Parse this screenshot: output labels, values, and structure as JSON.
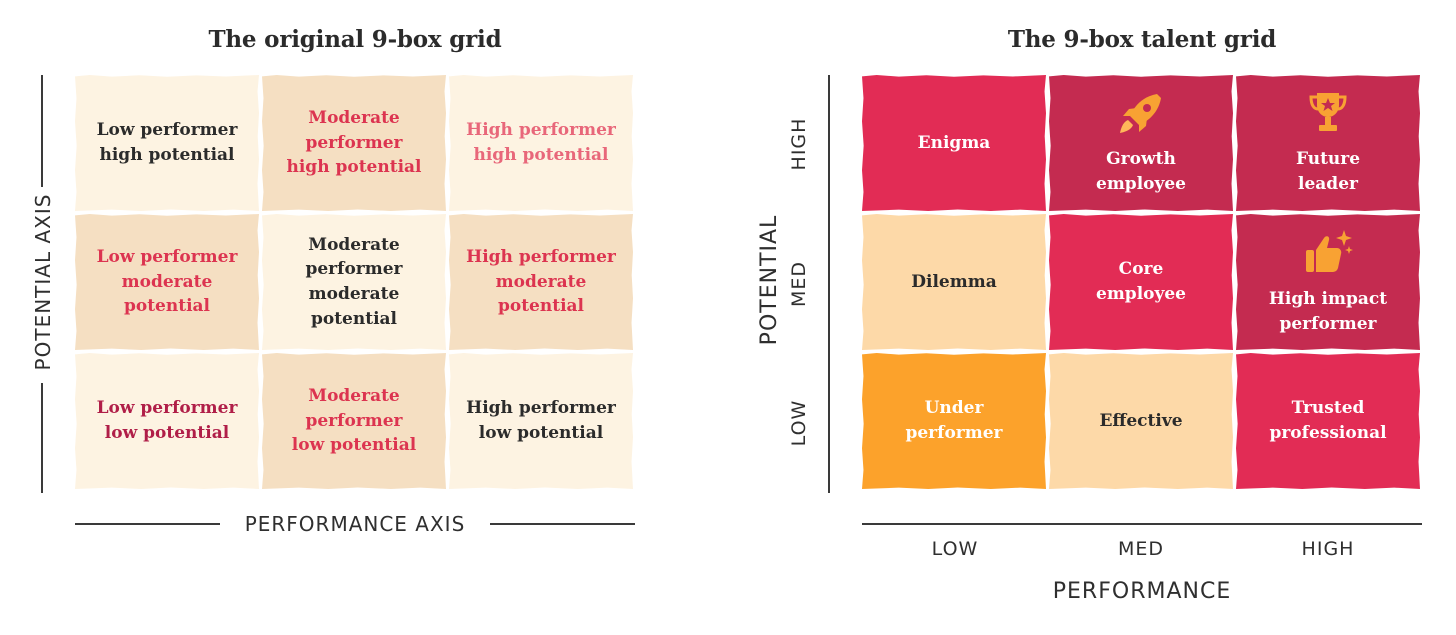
{
  "left": {
    "title": "The original 9-box grid",
    "y_axis_label": "POTENTIAL AXIS",
    "x_axis_label": "PERFORMANCE AXIS",
    "cells": [
      {
        "lines": [
          "Low performer",
          "high potential"
        ],
        "bg": "#fdf3e2",
        "color": "#2b2b2b"
      },
      {
        "lines": [
          "Moderate",
          "performer",
          "high potential"
        ],
        "bg": "#f5dfc2",
        "color": "#dc3450"
      },
      {
        "lines": [
          "High performer",
          "high potential"
        ],
        "bg": "#fdf3e2",
        "color": "#e8677a"
      },
      {
        "lines": [
          "Low performer",
          "moderate",
          "potential"
        ],
        "bg": "#f5dfc2",
        "color": "#dc3450"
      },
      {
        "lines": [
          "Moderate",
          "performer",
          "moderate",
          "potential"
        ],
        "bg": "#fdf3e2",
        "color": "#2b2b2b"
      },
      {
        "lines": [
          "High performer",
          "moderate",
          "potential"
        ],
        "bg": "#f5dfc2",
        "color": "#dc3450"
      },
      {
        "lines": [
          "Low performer",
          "low potential"
        ],
        "bg": "#fdf3e2",
        "color": "#b01e48"
      },
      {
        "lines": [
          "Moderate",
          "performer",
          "low potential"
        ],
        "bg": "#f5dfc2",
        "color": "#dc3450"
      },
      {
        "lines": [
          "High performer",
          "low potential"
        ],
        "bg": "#fdf3e2",
        "color": "#2b2b2b"
      }
    ]
  },
  "right": {
    "title": "The 9-box talent grid",
    "y_axis_label": "POTENTIAL",
    "x_axis_label": "PERFORMANCE",
    "y_levels": [
      "HIGH",
      "MED",
      "LOW"
    ],
    "x_levels": [
      "LOW",
      "MED",
      "HIGH"
    ],
    "cells": [
      {
        "lines": [
          "Enigma"
        ],
        "bg": "#e22c55",
        "color": "#ffffff",
        "icon": ""
      },
      {
        "lines": [
          "Growth",
          "employee"
        ],
        "bg": "#c42b50",
        "color": "#ffffff",
        "icon": "rocket-icon"
      },
      {
        "lines": [
          "Future",
          "leader"
        ],
        "bg": "#c42b50",
        "color": "#ffffff",
        "icon": "trophy-icon"
      },
      {
        "lines": [
          "Dilemma"
        ],
        "bg": "#fdd9a8",
        "color": "#2b2b2b",
        "icon": ""
      },
      {
        "lines": [
          "Core",
          "employee"
        ],
        "bg": "#e22c55",
        "color": "#ffffff",
        "icon": ""
      },
      {
        "lines": [
          "High impact",
          "performer"
        ],
        "bg": "#c42b50",
        "color": "#ffffff",
        "icon": "thumbs-up-sparkle-icon"
      },
      {
        "lines": [
          "Under",
          "performer"
        ],
        "bg": "#fca22b",
        "color": "#ffffff",
        "icon": ""
      },
      {
        "lines": [
          "Effective"
        ],
        "bg": "#fdd9a8",
        "color": "#2b2b2b",
        "icon": ""
      },
      {
        "lines": [
          "Trusted",
          "professional"
        ],
        "bg": "#e22c55",
        "color": "#ffffff",
        "icon": ""
      }
    ],
    "icon_color": "#f8a233"
  }
}
